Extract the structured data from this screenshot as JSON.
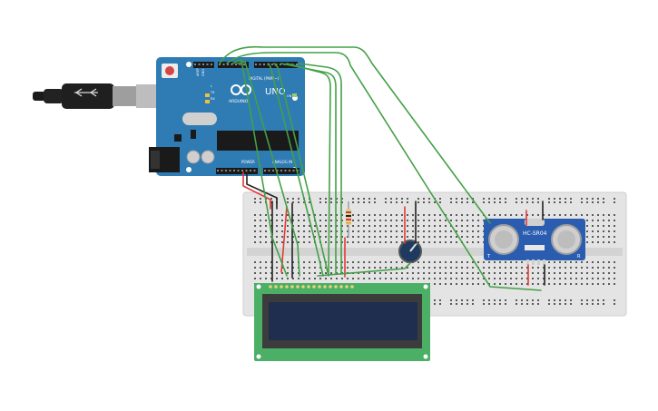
{
  "arduino": {
    "brand": "ARDUINO",
    "model": "UNO",
    "digital_label": "DIGITAL (PWM~)",
    "power_label": "POWER",
    "analog_label": "ANALOG IN",
    "tx_label": "TX",
    "rx_label": "RX",
    "on_label": "ON",
    "l_label": "L",
    "aref_label": "AREF",
    "gnd_label": "GND"
  },
  "sensor": {
    "model": "HC-SR04",
    "t_label": "T",
    "r_label": "R"
  },
  "colors": {
    "board_blue": "#2f7bb4",
    "wire_green": "#43a047",
    "wire_red": "#e53935",
    "wire_black": "#222222",
    "breadboard": "#e4e4e4",
    "lcd_pcb": "#4caf66",
    "lcd_screen": "#1f2d4f",
    "sensor_blue": "#2a5db0"
  }
}
